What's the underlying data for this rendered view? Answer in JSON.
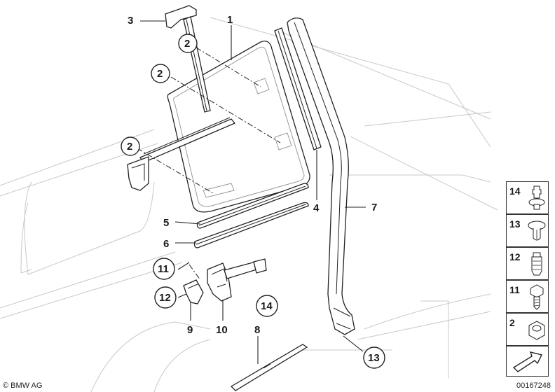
{
  "callouts": {
    "c1": "1",
    "c2a": "2",
    "c2b": "2",
    "c2c": "2",
    "c3": "3",
    "c4": "4",
    "c5": "5",
    "c6": "6",
    "c7": "7",
    "c8": "8",
    "c9": "9",
    "c10": "10",
    "c11": "11",
    "c12": "12",
    "c13": "13",
    "c14": "14"
  },
  "side_panel": {
    "items": [
      {
        "label": "14",
        "icon": "rivet-pin-icon"
      },
      {
        "label": "13",
        "icon": "expanding-rivet-icon"
      },
      {
        "label": "12",
        "icon": "plastic-nut-icon"
      },
      {
        "label": "11",
        "icon": "hex-bolt-icon"
      },
      {
        "label": "2",
        "icon": "hex-nut-icon"
      }
    ],
    "arrow_icon": "navigation-arrow-icon"
  },
  "footer": {
    "copyright": "© BMW AG",
    "diagram_id": "00167248"
  }
}
